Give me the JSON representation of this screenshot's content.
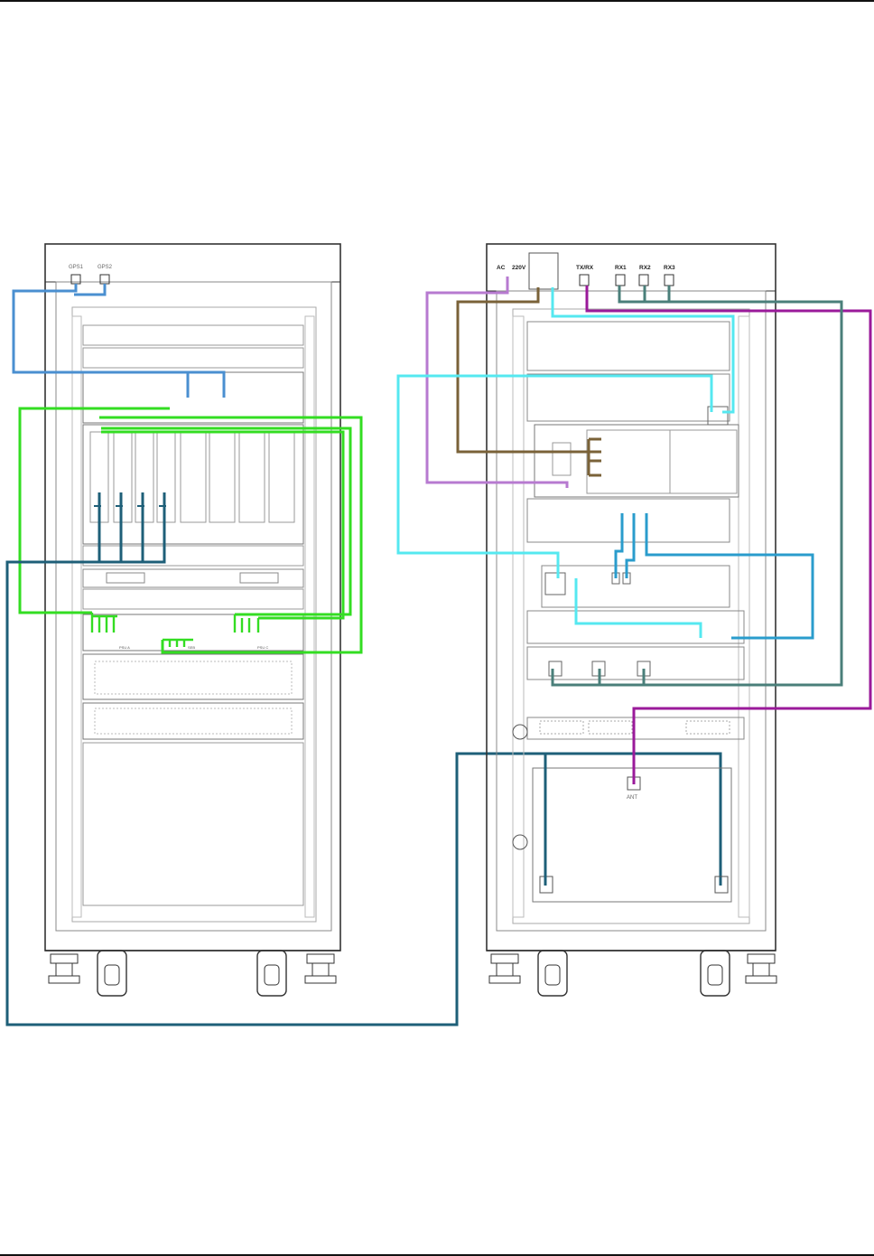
{
  "left_cabinet": {
    "gps_labels": [
      "GPS1",
      "GPS2"
    ],
    "panel_labels": [
      "PSU A",
      "SEB",
      "PSU C"
    ]
  },
  "right_cabinet": {
    "top_labels": [
      "AC",
      "220V",
      "TX/RX",
      "RX1",
      "RX2",
      "RX3"
    ],
    "ant_label": "ANT"
  },
  "colors": {
    "gps_blue": "#4a8fd0",
    "green": "#33dd22",
    "dark_teal": "#1e5f78",
    "cyan": "#55e8f0",
    "brown": "#7a6238",
    "lavender": "#b77ad0",
    "purple": "#9a1a9a",
    "slate_teal": "#4a7f7a",
    "mid_blue": "#2a9ccc"
  }
}
